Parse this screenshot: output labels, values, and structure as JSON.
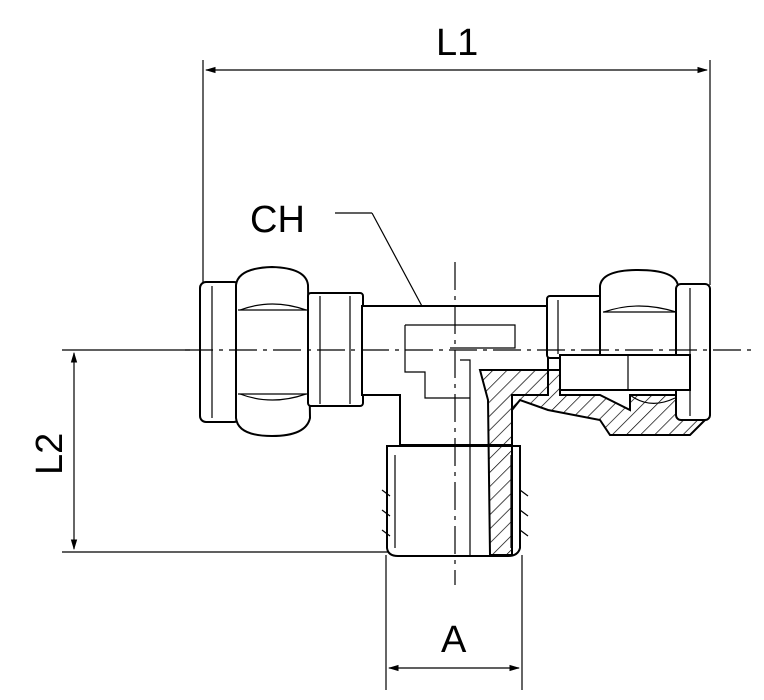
{
  "labels": {
    "l1": "L1",
    "l2": "L2",
    "ch": "CH",
    "a": "A"
  },
  "colors": {
    "line": "#000000",
    "background": "#ffffff"
  }
}
